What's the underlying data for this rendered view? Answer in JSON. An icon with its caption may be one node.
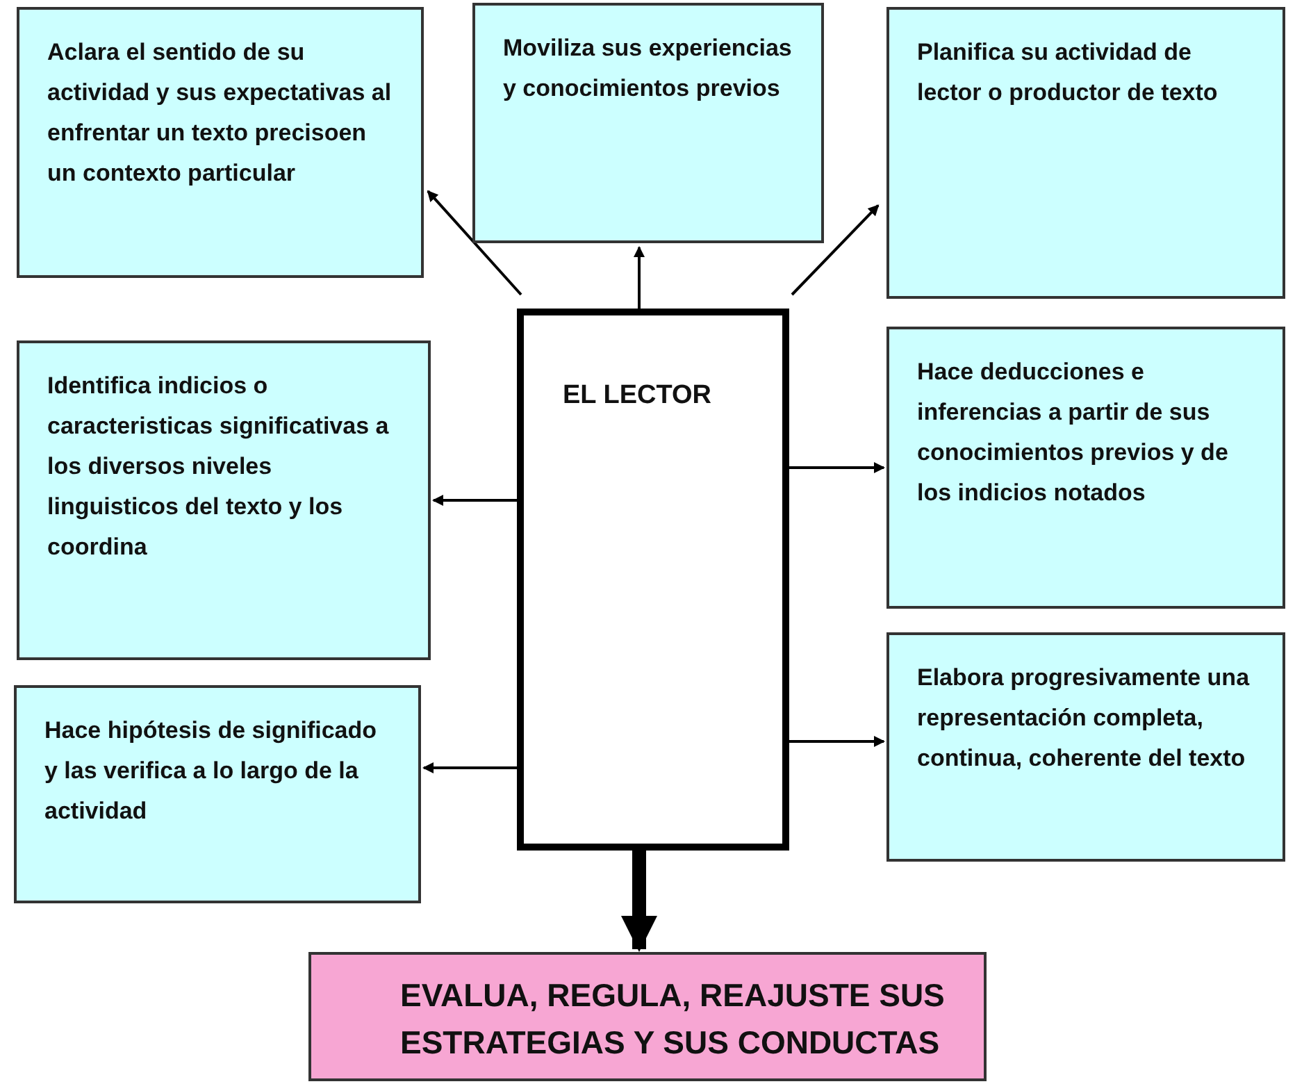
{
  "diagram": {
    "nodes": [
      {
        "text": [
          "Aclara el sentido de su actividad  y  sus expectativas al enfrentar un texto precisoen un contexto particular"
        ]
      },
      {
        "text": [
          "Moviliza sus experiencias  y conocimientos previos"
        ]
      },
      {
        "text": [
          "Planifica su actividad de lector o productor de texto"
        ]
      },
      {
        "text": [
          "EL LECTOR"
        ]
      },
      {
        "text": [
          "Identifica indicios o caracteristicas significativas a los diversos niveles linguisticos del texto y los coordina"
        ]
      },
      {
        "text": [
          "Hace deducciones e inferencias a partir de sus conocimientos previos y de los indicios notados"
        ]
      },
      {
        "text": [
          "Hace hipótesis de significado y las verifica a lo largo de la actividad"
        ]
      },
      {
        "text": [
          "Elabora progresivamente una representación completa, continua, coherente del texto"
        ]
      },
      {
        "text": [
          "EVALUA, REGULA,  REAJUSTE SUS ESTRATEGIAS  Y SUS CONDUCTAS"
        ]
      }
    ],
    "edges": [
      {
        "from": 3,
        "to": 0,
        "arrow": "to"
      },
      {
        "from": 3,
        "to": 1,
        "arrow": "to"
      },
      {
        "from": 3,
        "to": 2,
        "arrow": "to"
      },
      {
        "from": 3,
        "to": 4,
        "arrow": "to"
      },
      {
        "from": 3,
        "to": 5,
        "arrow": "to"
      },
      {
        "from": 3,
        "to": 6,
        "arrow": "to"
      },
      {
        "from": 3,
        "to": 7,
        "arrow": "to"
      },
      {
        "from": 3,
        "to": 8,
        "arrow": "to",
        "style": "thick"
      }
    ]
  }
}
